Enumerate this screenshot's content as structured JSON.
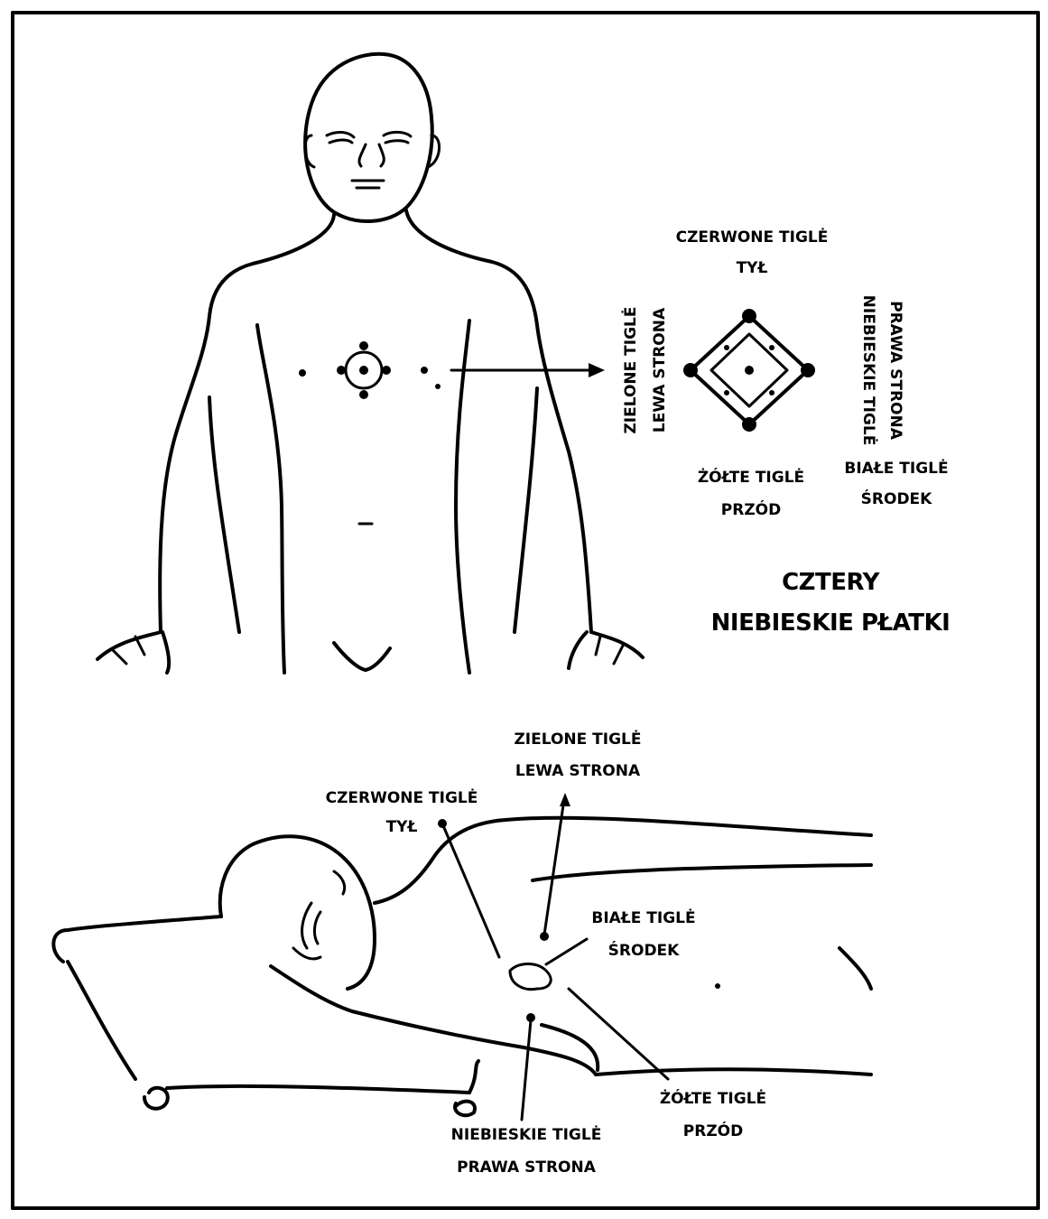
{
  "front_view": {
    "petals_title_line1": "CZTERY",
    "petals_title_line2": "NIEBIESKIE PŁATKI",
    "red_label_line1": "CZERWONE TIGLĖ",
    "red_label_line2": "TYŁ",
    "green_label_line1": "ZIELONE TIGLĖ",
    "green_label_line2": "LEWA STRONA",
    "blue_label_line1": "NIEBIESKIE TIGLĖ",
    "blue_label_line2": "PRAWA STRONA",
    "yellow_label_line1": "ŻÓŁTE TIGLĖ",
    "yellow_label_line2": "PRZÓD",
    "white_label_line1": "BIAŁE TIGLĖ",
    "white_label_line2": "ŚRODEK"
  },
  "side_view": {
    "green_label_line1": "ZIELONE TIGLĖ",
    "green_label_line2": "LEWA STRONA",
    "red_label_line1": "CZERWONE TIGLĖ",
    "red_label_line2": "TYŁ",
    "white_label_line1": "BIAŁE TIGLĖ",
    "white_label_line2": "ŚRODEK",
    "yellow_label_line1": "ŻÓŁTE TIGLĖ",
    "yellow_label_line2": "PRZÓD",
    "blue_label_line1": "NIEBIESKIE TIGLĖ",
    "blue_label_line2": "PRAWA STRONA"
  }
}
